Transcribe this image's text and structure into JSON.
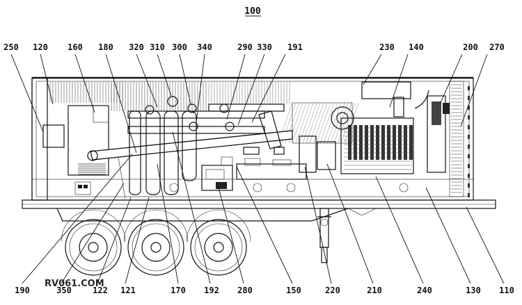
{
  "figure": {
    "number": "100",
    "watermark": "RV061.COM"
  },
  "callouts": {
    "top": [
      "250",
      "120",
      "160",
      "180",
      "320",
      "310",
      "300",
      "340",
      "290",
      "330",
      "191",
      "230",
      "140",
      "200",
      "270"
    ],
    "bottom": [
      "190",
      "350",
      "122",
      "121",
      "170",
      "192",
      "280",
      "150",
      "220",
      "210",
      "240",
      "130",
      "110"
    ]
  }
}
